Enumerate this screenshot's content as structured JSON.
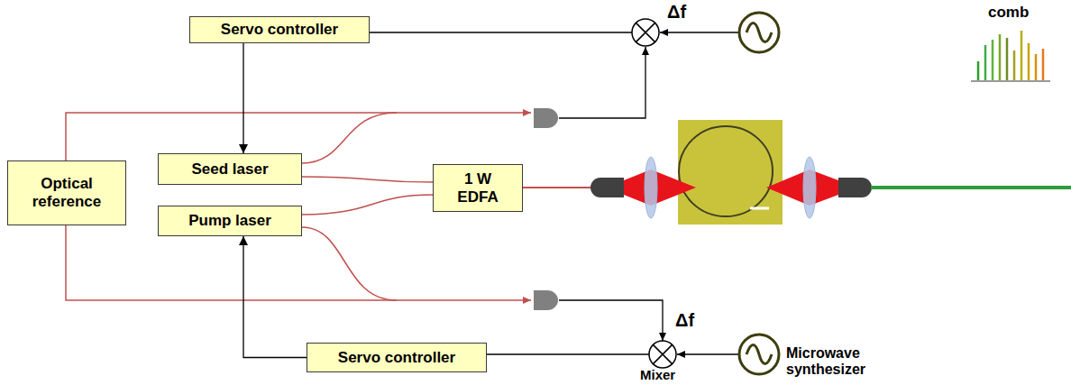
{
  "diagram": {
    "nodes": [
      {
        "text": [
          "Optical reference"
        ]
      },
      {
        "text": [
          "Seed laser"
        ]
      },
      {
        "text": [
          "Pump laser"
        ]
      },
      {
        "text": [
          "1 W EDFA"
        ]
      },
      {
        "text": [
          "Servo controller"
        ]
      },
      {
        "text": [
          "Servo controller"
        ]
      }
    ],
    "edges": [
      {
        "from": 4,
        "to": 1,
        "arrow": "to"
      },
      {
        "from": 5,
        "to": 2,
        "arrow": "to"
      },
      {
        "from": 1,
        "to": 3,
        "arrow": "none"
      },
      {
        "from": 2,
        "to": 3,
        "arrow": "none"
      }
    ],
    "labels": [
      "Δf",
      "comb",
      "Δf",
      "Microwave synthesizer",
      "Mixer"
    ]
  }
}
